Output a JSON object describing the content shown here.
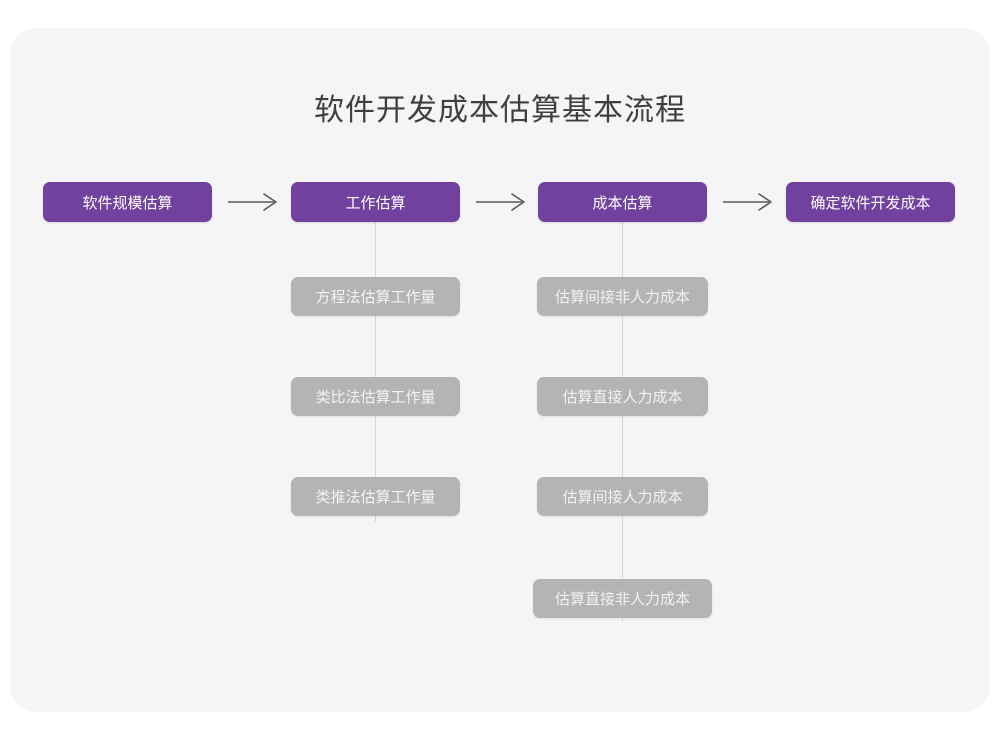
{
  "diagram": {
    "title": "软件开发成本估算基本流程",
    "type": "flowchart",
    "colors": {
      "page_background": "#ffffff",
      "card_background": "#f5f5f5",
      "main_node_fill": "#70419e",
      "main_node_text": "#ffffff",
      "sub_node_fill": "#b4b4b4",
      "sub_node_text": "#f2f2f2",
      "connector_line": "#d6d6d6",
      "arrow": "#595959",
      "title_text": "#3f3f3f"
    },
    "main_flow": [
      {
        "id": "main-0",
        "label": "软件规模估算"
      },
      {
        "id": "main-1",
        "label": "工作估算"
      },
      {
        "id": "main-2",
        "label": "成本估算"
      },
      {
        "id": "main-3",
        "label": "确定软件开发成本"
      }
    ],
    "arrows": [
      {
        "id": "arrow-0",
        "glyph": "arrow-right-icon",
        "from": "main-0",
        "to": "main-1"
      },
      {
        "id": "arrow-1",
        "glyph": "arrow-right-icon",
        "from": "main-1",
        "to": "main-2"
      },
      {
        "id": "arrow-2",
        "glyph": "arrow-right-icon",
        "from": "main-2",
        "to": "main-3"
      }
    ],
    "sub_columns": [
      {
        "id": "sub-left",
        "parent": "main-1",
        "parent_label": "工作估算",
        "items": [
          {
            "id": "sub-l-0",
            "label": "方程法估算工作量"
          },
          {
            "id": "sub-l-1",
            "label": "类比法估算工作量"
          },
          {
            "id": "sub-l-2",
            "label": "类推法估算工作量"
          }
        ]
      },
      {
        "id": "sub-right",
        "parent": "main-2",
        "parent_label": "成本估算",
        "items": [
          {
            "id": "sub-r-0",
            "label": "估算间接非人力成本"
          },
          {
            "id": "sub-r-1",
            "label": "估算直接人力成本"
          },
          {
            "id": "sub-r-2",
            "label": "估算间接人力成本"
          },
          {
            "id": "sub-r-3",
            "label": "估算直接非人力成本"
          }
        ]
      }
    ]
  }
}
